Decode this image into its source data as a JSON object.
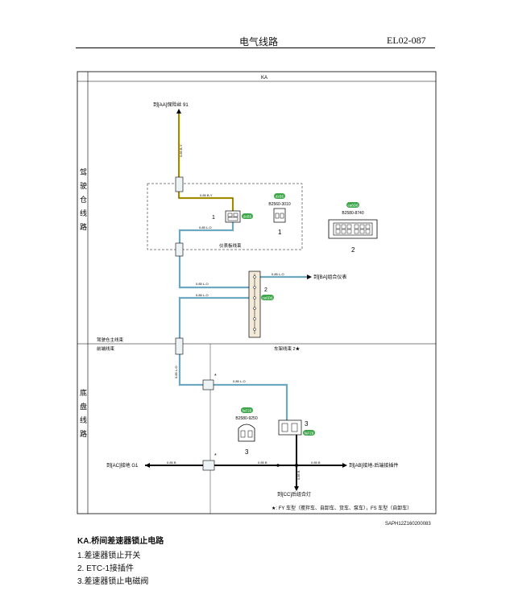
{
  "header": {
    "title": "电气线路",
    "code": "EL02-087"
  },
  "diagram": {
    "panel_title": "KA",
    "zones": {
      "cab": "驾驶仓线路",
      "chassis": "底盘线路"
    },
    "harness_labels": {
      "dashboard": "仪表板线束",
      "cab_main": "驾驶仓主线束",
      "front_end": "前端线束",
      "frame": "车架线束 2★"
    },
    "references": {
      "fuse": "到[AA]保险丝 91",
      "cluster": "到[BA]组合仪表",
      "ground_g1": "到[AC]接地 G1",
      "rear_ground": "到[AB]接地-后端接插件",
      "rear_lamp": "到[CC]后组合灯"
    },
    "connectors": {
      "c1_badge": "dzB5",
      "c1_part": "B2560-3010",
      "c1_num": "1",
      "c2_badge": "ca6D6",
      "c2_part": "B2580-8740",
      "c2_num": "2",
      "c3_badge": "faF29",
      "c3_part": "B2580-9250",
      "c3_num": "3"
    },
    "wires": {
      "w_fuse": "0.85 B-Y",
      "w_sw_in": "0.85 B-Y",
      "w_sw_out": "0.85 L-O",
      "w_to_etc": "0.85 L-O",
      "w_etc_out": "0.85 L-O",
      "w_cluster": "0.85 L-O",
      "w_frame": "0.85 L-O",
      "w_valve": "0.85 L-O",
      "w_gnd_a": "0.85 B",
      "w_gnd_b": "0.85 B",
      "w_gnd_c": "0.85 B",
      "w_gnd_d": "0.85 B"
    },
    "note": "★: FY 车型（搅拌车、自卸车、货车、泵车），FS 车型（自卸车）"
  },
  "figure_code": "SAPH12Z160200083",
  "caption": {
    "title": "KA.桥间差速器锁止电路",
    "items": [
      "1.差速器锁止开关",
      "2. ETC-1接插件",
      "3.差速器锁止电磁阀"
    ]
  },
  "colors": {
    "yellow_wire": "#d8b800",
    "blue_wire": "#6da8c0",
    "line": "#000000"
  }
}
